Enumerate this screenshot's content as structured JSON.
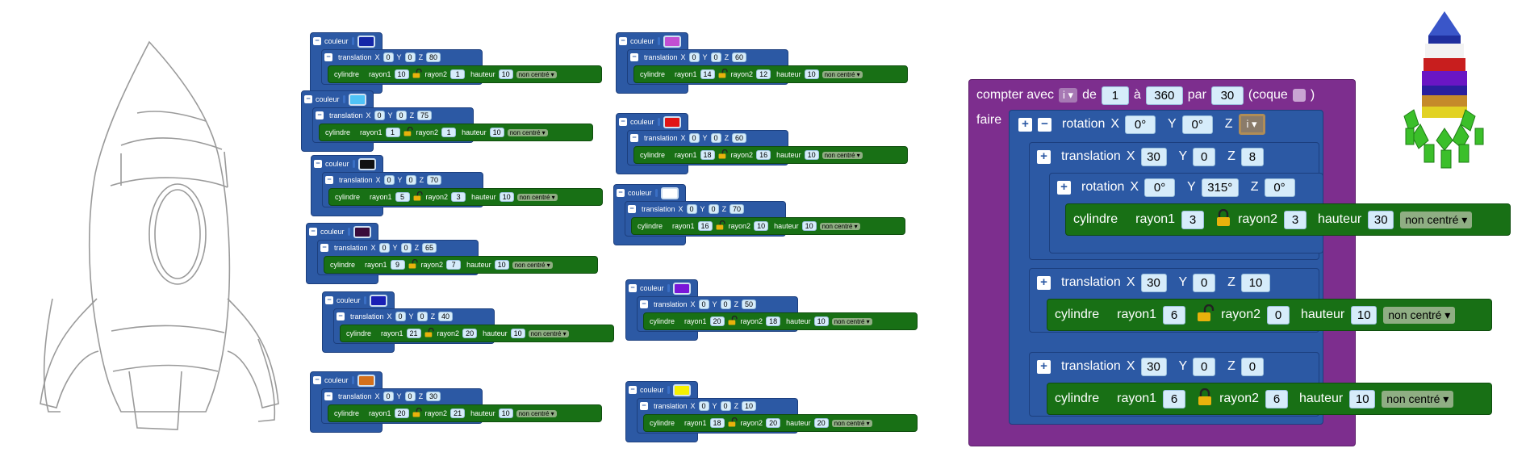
{
  "colors": {
    "blue": "#2c59a4",
    "green": "#187015",
    "purple": "#7d2e8e"
  },
  "stacks": [
    {
      "couleur": "couleur",
      "swatch": "#1427a8",
      "translation": "translation",
      "X": "0",
      "Y": "0",
      "Z": "80",
      "cyl": "cylindre",
      "r1": "10",
      "r2": "1",
      "h": "10",
      "mode": "non centré"
    },
    {
      "couleur": "couleur",
      "swatch": "#4fc3f7",
      "translation": "translation",
      "X": "0",
      "Y": "0",
      "Z": "75",
      "cyl": "cylindre",
      "r1": "1",
      "r2": "1",
      "h": "10",
      "mode": "non centré"
    },
    {
      "couleur": "couleur",
      "swatch": "#111111",
      "translation": "translation",
      "X": "0",
      "Y": "0",
      "Z": "70",
      "cyl": "cylindre",
      "r1": "5",
      "r2": "3",
      "h": "10",
      "mode": "non centré"
    },
    {
      "couleur": "couleur",
      "swatch": "#3a0b3a",
      "translation": "translation",
      "X": "0",
      "Y": "0",
      "Z": "65",
      "cyl": "cylindre",
      "r1": "9",
      "r2": "7",
      "h": "10",
      "mode": "non centré"
    },
    {
      "couleur": "couleur",
      "swatch": "#1a1fb5",
      "translation": "translation",
      "X": "0",
      "Y": "0",
      "Z": "40",
      "cyl": "cylindre",
      "r1": "21",
      "r2": "20",
      "h": "10",
      "mode": "non centré"
    },
    {
      "couleur": "couleur",
      "swatch": "#d4701c",
      "translation": "translation",
      "X": "0",
      "Y": "0",
      "Z": "30",
      "cyl": "cylindre",
      "r1": "20",
      "r2": "21",
      "h": "10",
      "mode": "non centré"
    },
    {
      "couleur": "couleur",
      "swatch": "#c34fd3",
      "translation": "translation",
      "X": "0",
      "Y": "0",
      "Z": "60",
      "cyl": "cylindre",
      "r1": "14",
      "r2": "12",
      "h": "10",
      "mode": "non centré"
    },
    {
      "couleur": "couleur",
      "swatch": "#e01414",
      "translation": "translation",
      "X": "0",
      "Y": "0",
      "Z": "60",
      "cyl": "cylindre",
      "r1": "18",
      "r2": "16",
      "h": "10",
      "mode": "non centré"
    },
    {
      "couleur": "couleur",
      "swatch": "#ffffff",
      "translation": "translation",
      "X": "0",
      "Y": "0",
      "Z": "70",
      "cyl": "cylindre",
      "r1": "16",
      "r2": "10",
      "h": "10",
      "mode": "non centré"
    },
    {
      "couleur": "couleur",
      "swatch": "#7a16d8",
      "translation": "translation",
      "X": "0",
      "Y": "0",
      "Z": "50",
      "cyl": "cylindre",
      "r1": "20",
      "r2": "18",
      "h": "10",
      "mode": "non centré"
    },
    {
      "couleur": "couleur",
      "swatch": "#f5f000",
      "translation": "translation",
      "X": "0",
      "Y": "0",
      "Z": "10",
      "cyl": "cylindre",
      "r1": "18",
      "r2": "20",
      "h": "20",
      "mode": "non centré"
    }
  ],
  "loop": {
    "compter": "compter avec",
    "var": "i",
    "de": "de",
    "from": "1",
    "a": "à",
    "to": "360",
    "par": "par",
    "step": "30",
    "coque": "(coque",
    "close": ")",
    "faire": "faire",
    "rotation1": {
      "label": "rotation",
      "X": "0°",
      "Y": "0°",
      "Z": "i"
    },
    "translation1": {
      "label": "translation",
      "X": "30",
      "Y": "0",
      "Z": "8"
    },
    "rotation2": {
      "label": "rotation",
      "X": "0°",
      "Y": "315°",
      "Z": "0°"
    },
    "cyl1": {
      "label": "cylindre",
      "r1label": "rayon1",
      "r1": "3",
      "r2label": "rayon2",
      "r2": "3",
      "hlabel": "hauteur",
      "h": "30",
      "mode": "non centré"
    },
    "translation2": {
      "label": "translation",
      "X": "30",
      "Y": "0",
      "Z": "10"
    },
    "cyl2": {
      "label": "cylindre",
      "r1label": "rayon1",
      "r1": "6",
      "r2label": "rayon2",
      "r2": "0",
      "hlabel": "hauteur",
      "h": "10",
      "mode": "non centré"
    },
    "translation3": {
      "label": "translation",
      "X": "30",
      "Y": "0",
      "Z": "0"
    },
    "cyl3": {
      "label": "cylindre",
      "r1label": "rayon1",
      "r1": "6",
      "r2label": "rayon2",
      "r2": "6",
      "hlabel": "hauteur",
      "h": "10",
      "mode": "non centré"
    }
  },
  "labels": {
    "X": "X",
    "Y": "Y",
    "Z": "Z",
    "rayon1": "rayon1",
    "rayon2": "rayon2",
    "hauteur": "hauteur"
  }
}
